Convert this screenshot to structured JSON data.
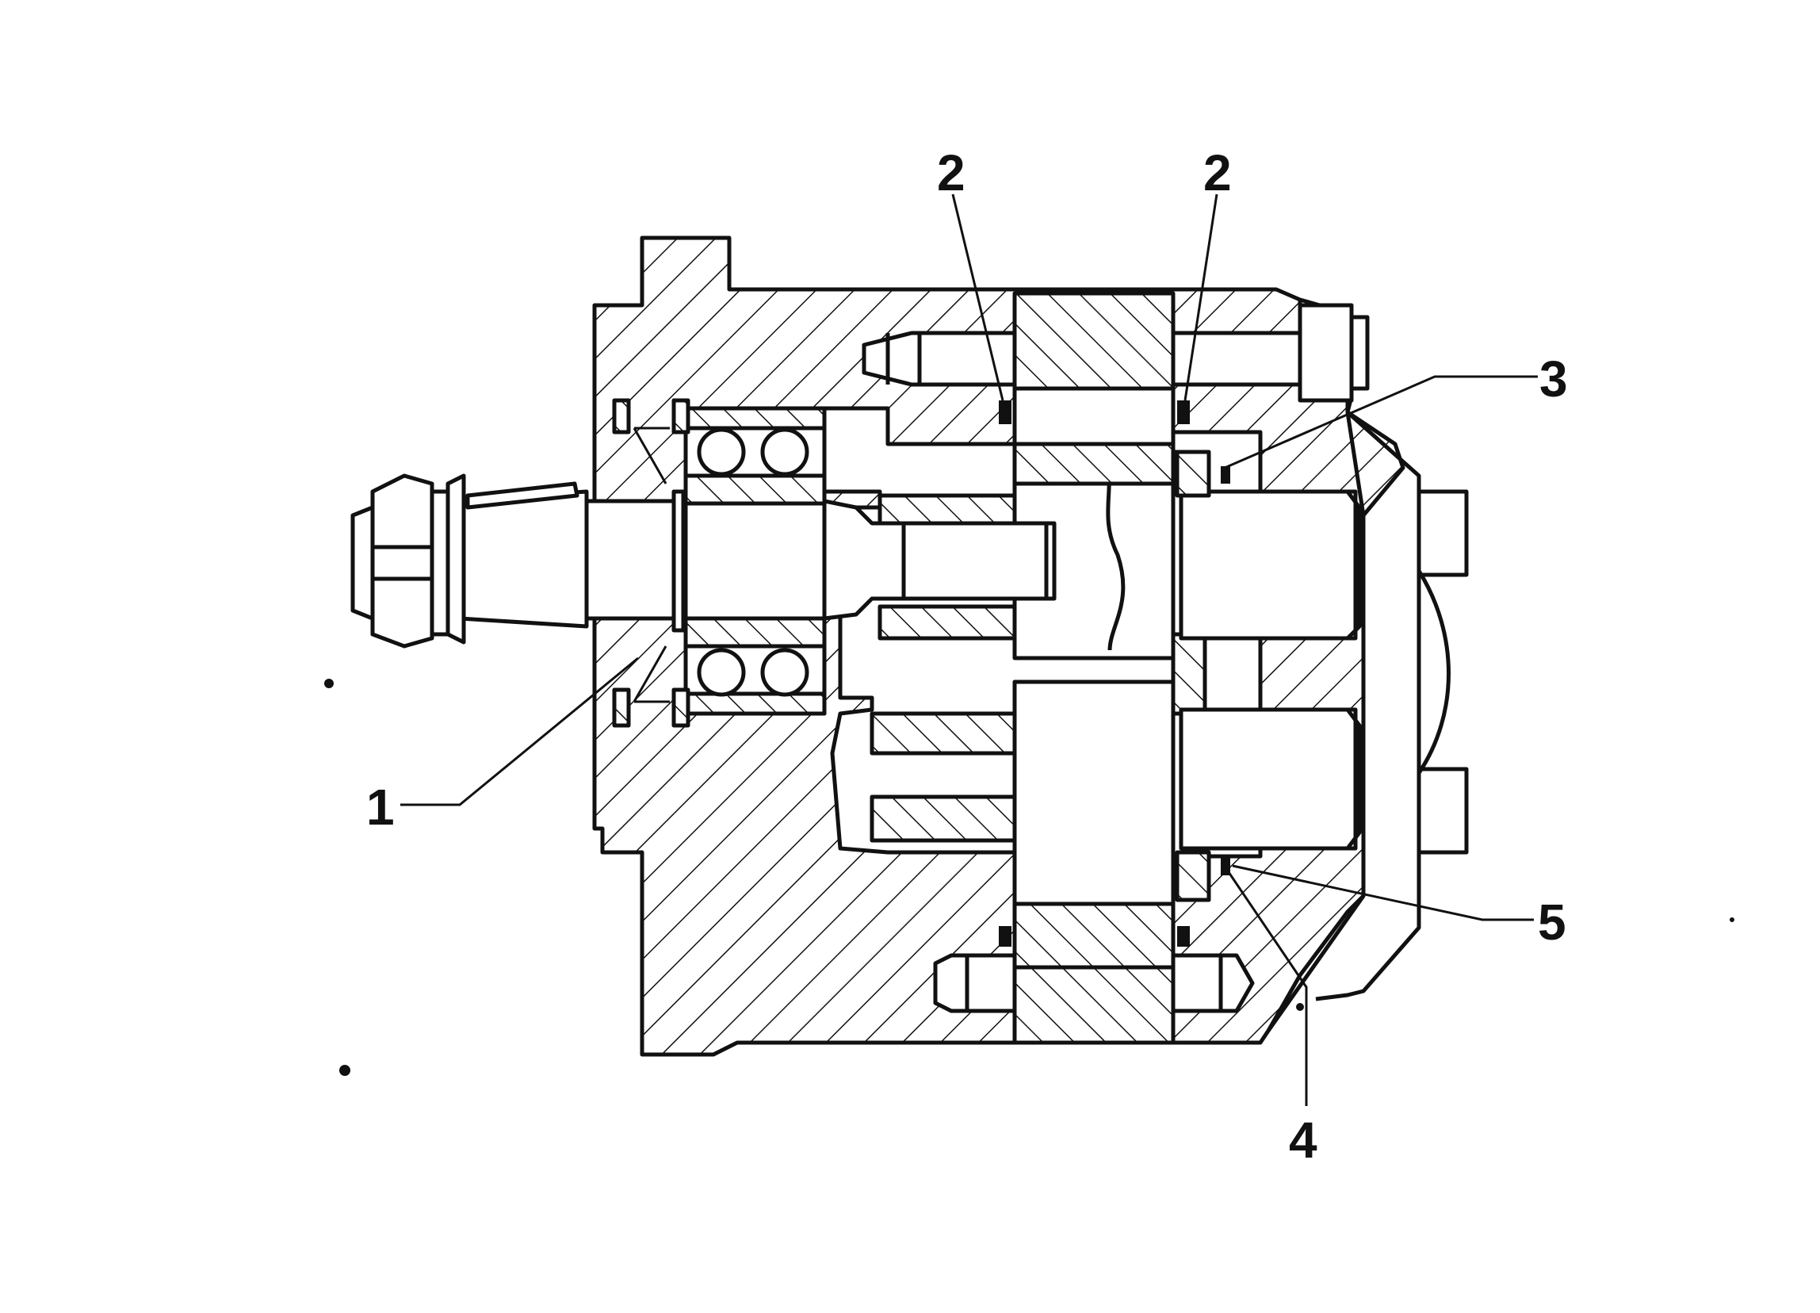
{
  "figure": {
    "callouts": [
      {
        "id": "callout-1",
        "label": "1"
      },
      {
        "id": "callout-2a",
        "label": "2"
      },
      {
        "id": "callout-2b",
        "label": "2"
      },
      {
        "id": "callout-3",
        "label": "3"
      },
      {
        "id": "callout-4",
        "label": "4"
      },
      {
        "id": "callout-5",
        "label": "5"
      }
    ],
    "colors": {
      "ink": "#111111",
      "paper": "#ffffff"
    }
  }
}
